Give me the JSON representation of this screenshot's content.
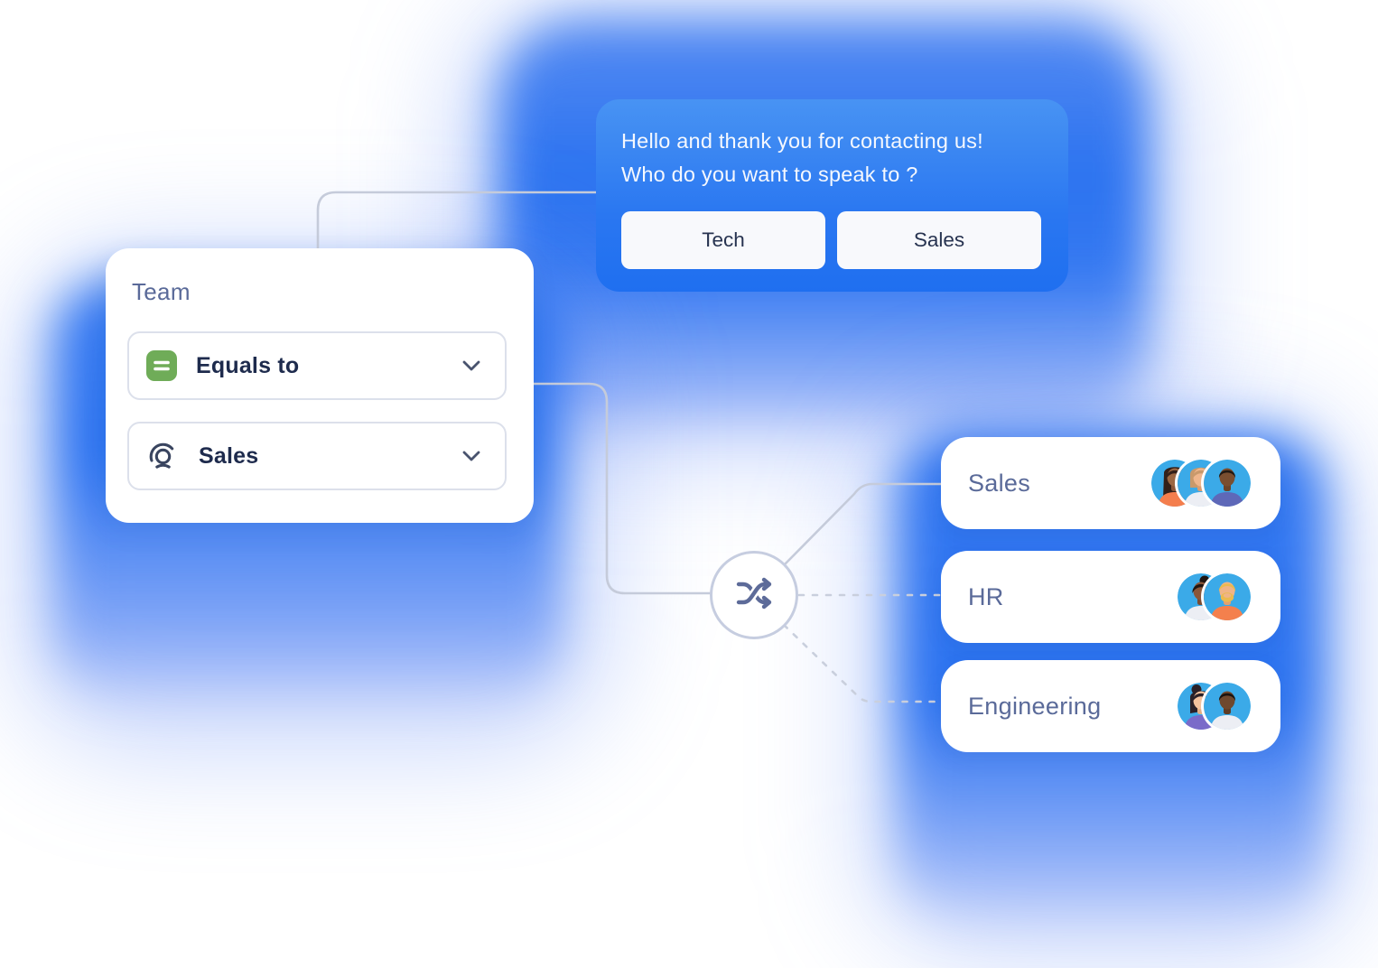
{
  "chat_card": {
    "message_line1": "Hello and thank you for contacting us!",
    "message_line2": "Who do you want to speak to ?",
    "buttons": [
      {
        "label": "Tech"
      },
      {
        "label": "Sales"
      }
    ]
  },
  "team_card": {
    "title": "Team",
    "condition_field": {
      "icon": "equals-icon",
      "value": "Equals to"
    },
    "value_field": {
      "icon": "team-target-icon",
      "value": "Sales"
    }
  },
  "router_node": {
    "icon": "shuffle-icon"
  },
  "teams": [
    {
      "label": "Sales",
      "avatar_count": 3
    },
    {
      "label": "HR",
      "avatar_count": 2
    },
    {
      "label": "Engineering",
      "avatar_count": 2
    }
  ],
  "colors": {
    "chat_blue_top": "#4893F3",
    "chat_blue_bottom": "#1F6FF0",
    "glow_blue": "#2C73F0",
    "avatar_circle_blue": "#3BAAE8",
    "equals_green": "#6FAC58",
    "slate_label": "#5A6A99",
    "navy_text": "#1E2B4D",
    "connector_gray": "#C5CBDA"
  }
}
